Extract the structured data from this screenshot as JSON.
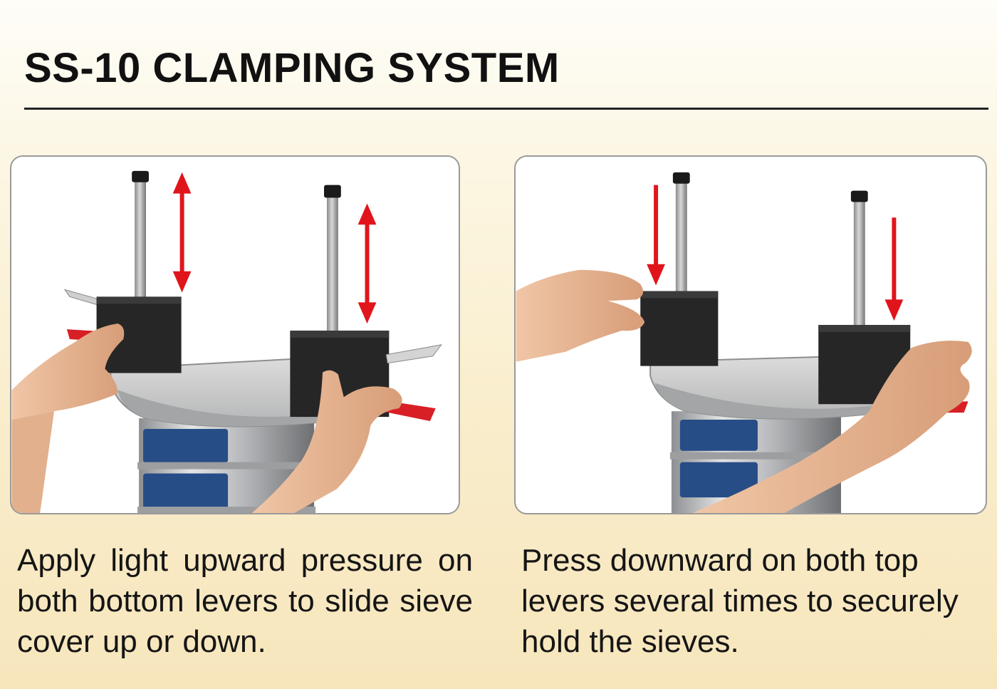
{
  "page": {
    "title": "SS-10 CLAMPING SYSTEM"
  },
  "panels": [
    {
      "caption": "Apply light upward pressure on both bottom levers to slide sieve cover up or down.",
      "arrows": "up-down",
      "photo": "hands-lifting-bottom-levers"
    },
    {
      "caption": "Press downward on both top levers several times to securely hold the sieves.",
      "arrows": "down",
      "photo": "hands-pressing-top-levers"
    }
  ],
  "colors": {
    "arrow": "#e0151b",
    "lever": "#d81f26",
    "clamp_block": "#2a2a2a",
    "rod": "#a9a9a9",
    "cover_plate": "#c9cacb",
    "sieve_label": "#274d86",
    "skin": "#e9b896",
    "rule": "#222222"
  }
}
